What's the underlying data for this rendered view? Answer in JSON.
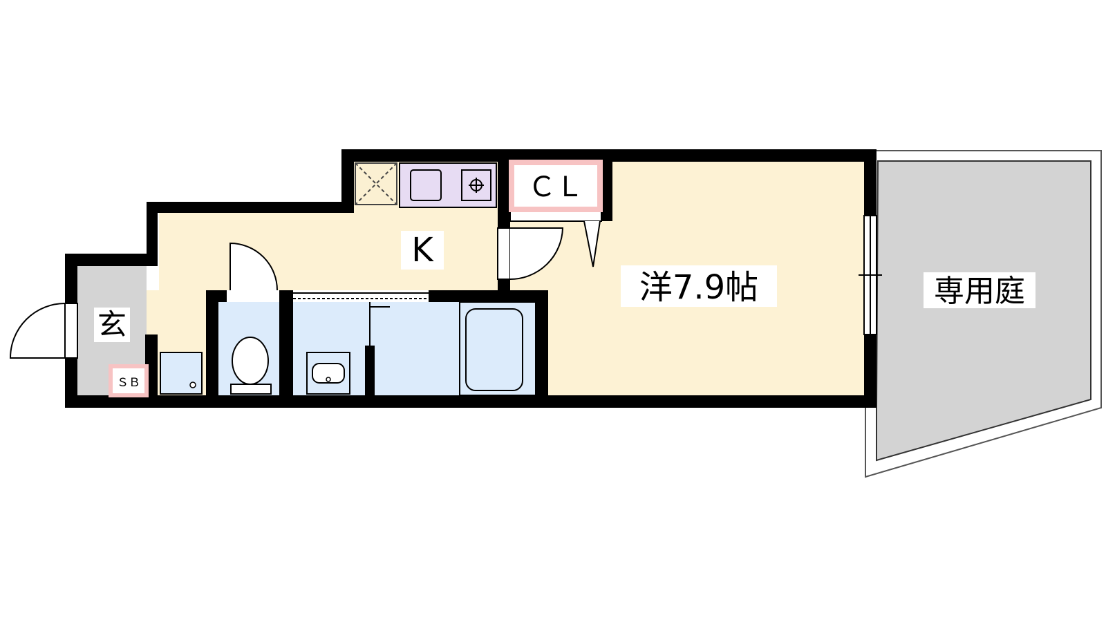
{
  "rooms": {
    "entrance": "玄",
    "shoe_box": "ＳＢ",
    "kitchen": "K",
    "closet": "ＣＬ",
    "western_room": "洋7.9帖",
    "private_garden": "専用庭"
  },
  "colors": {
    "wall": "#000000",
    "entrance_floor": "#d4d4d4",
    "living_floor": "#fdf2d4",
    "wet_area": "#dcebfb",
    "kitchen_counter": "#e7dcf3",
    "closet_accent": "#f7c3c3",
    "garden": "#d3d3d3",
    "fridge": "#fbf0d2"
  }
}
